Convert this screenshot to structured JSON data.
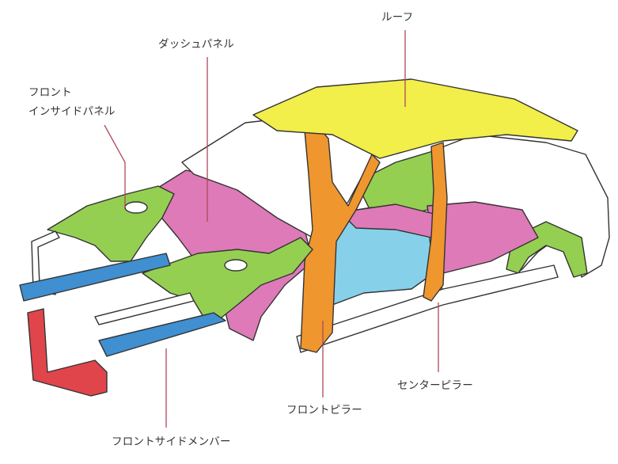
{
  "labels": {
    "roof": "ルーフ",
    "dash_panel": "ダッシュパネル",
    "front_inside_panel_line1": "フロント",
    "front_inside_panel_line2": "インサイドパネル",
    "center_pillar": "センターピラー",
    "front_pillar": "フロントピラー",
    "front_side_member": "フロントサイドメンバー"
  },
  "part_colors": {
    "roof": "#f2ee4a",
    "pillars": "#f0962e",
    "dash_panel": "#de7ab8",
    "floor": "#86d0ea",
    "inside_panels": "#95cf52",
    "side_members": "#3f8fd1",
    "front_crossmember": "#e0454c",
    "leader_lines": "#b0485a",
    "outline": "#333333"
  }
}
